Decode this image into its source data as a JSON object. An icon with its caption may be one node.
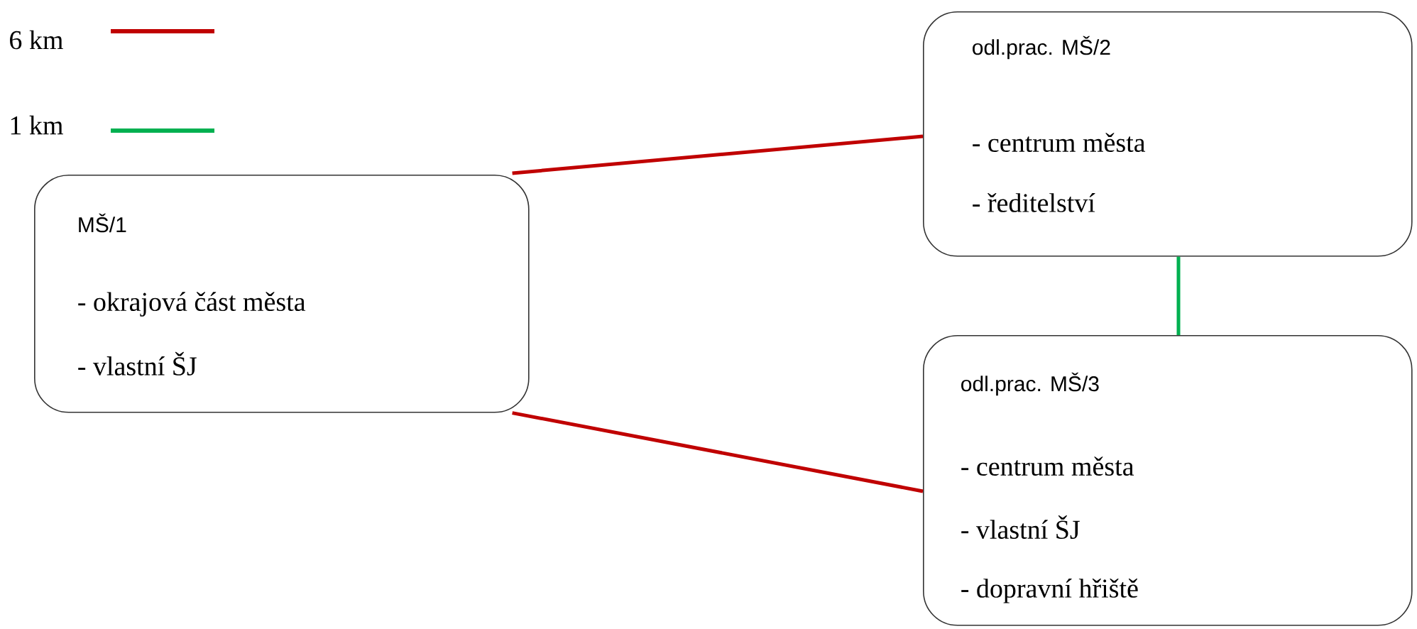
{
  "diagram": {
    "nodes": [
      {
        "text": [
          "MŠ/1",
          "- okrajová část města",
          "- vlastní ŠJ"
        ]
      },
      {
        "text": [
          "odl.prac. MŠ/2",
          "- centrum města",
          "- ředitelství"
        ]
      },
      {
        "text": [
          "odl.prac. MŠ/3",
          "- centrum města",
          "- vlastní ŠJ",
          "- dopravní hřiště"
        ]
      }
    ],
    "edges": [
      {
        "from": 0,
        "to": 1,
        "arrow": "none"
      },
      {
        "from": 0,
        "to": 2,
        "arrow": "none"
      },
      {
        "from": 1,
        "to": 2,
        "arrow": "none",
        "color": "#00b050"
      }
    ],
    "legend": [
      {
        "text": "6 km",
        "color": "#c00000"
      },
      {
        "text": "1 km",
        "color": "#00b050"
      }
    ]
  }
}
